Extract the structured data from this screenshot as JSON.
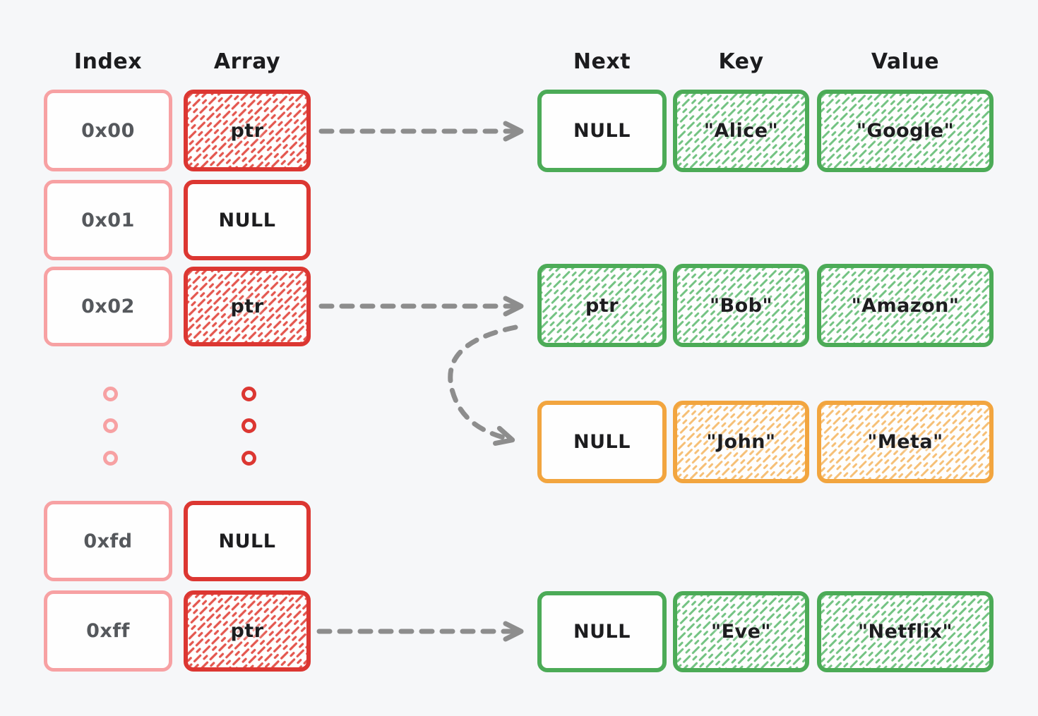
{
  "headers": {
    "index": "Index",
    "array": "Array",
    "next": "Next",
    "key": "Key",
    "value": "Value"
  },
  "slots": [
    {
      "index": "0x00",
      "array": "ptr"
    },
    {
      "index": "0x01",
      "array": "NULL"
    },
    {
      "index": "0x02",
      "array": "ptr"
    },
    {
      "index": "0xfd",
      "array": "NULL"
    },
    {
      "index": "0xff",
      "array": "ptr"
    }
  ],
  "nodes": [
    {
      "next": "NULL",
      "key": "\"Alice\"",
      "value": "\"Google\"",
      "theme": "green"
    },
    {
      "next": "ptr",
      "key": "\"Bob\"",
      "value": "\"Amazon\"",
      "theme": "green"
    },
    {
      "next": "NULL",
      "key": "\"John\"",
      "value": "\"Meta\"",
      "theme": "orange"
    },
    {
      "next": "NULL",
      "key": "\"Eve\"",
      "value": "\"Netflix\"",
      "theme": "green"
    }
  ],
  "arrows": [
    {
      "from": "slot 0x00 ptr",
      "to": "node Alice next"
    },
    {
      "from": "slot 0x02 ptr",
      "to": "node Bob next"
    },
    {
      "from": "node Bob ptr",
      "to": "node John next"
    },
    {
      "from": "slot 0xff ptr",
      "to": "node Eve next"
    }
  ],
  "colors": {
    "background": "#f6f7f9",
    "red": "#dc3732",
    "pink": "#f7a1a3",
    "green": "#4cab57",
    "orange": "#f2a53f",
    "red_hatch": "#e4574f",
    "green_hatch": "#74c383",
    "orange_hatch": "#f6c077",
    "arrow_gray": "#8d8d8d",
    "index_text": "#55585c",
    "text": "#1d1d1f"
  }
}
